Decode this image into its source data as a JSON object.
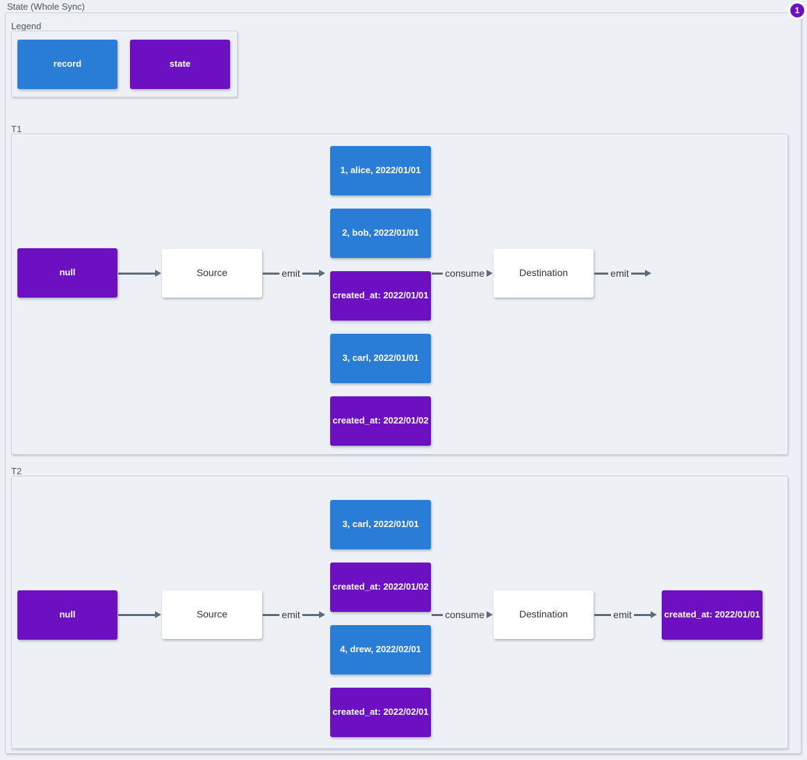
{
  "colors": {
    "background": "#edf0f5",
    "record-color": "#2a7dd6",
    "state-color": "#6c10c1",
    "edge-color": "#5d6a78",
    "border-color": "#c8d0da",
    "label-color": "#4a555f"
  },
  "container": {
    "title": "State (Whole Sync)"
  },
  "badge": {
    "value": "1"
  },
  "legend": {
    "title": "Legend",
    "items": [
      {
        "label": "record",
        "type": "record"
      },
      {
        "label": "state",
        "type": "state"
      }
    ]
  },
  "t1": {
    "title": "T1",
    "state_in": "null",
    "source": "Source",
    "edge_emit": "emit",
    "records": [
      {
        "label": "1, alice, 2022/01/01",
        "type": "record"
      },
      {
        "label": "2, bob, 2022/01/01",
        "type": "record"
      },
      {
        "label": "created_at: 2022/01/01",
        "type": "state"
      },
      {
        "label": "3, carl, 2022/01/01",
        "type": "record"
      },
      {
        "label": "created_at: 2022/01/02",
        "type": "state"
      }
    ],
    "edge_consume": "consume",
    "destination": "Destination",
    "edge_emit_out": "emit"
  },
  "t2": {
    "title": "T2",
    "state_in": "null",
    "source": "Source",
    "edge_emit": "emit",
    "records": [
      {
        "label": "3, carl, 2022/01/01",
        "type": "record"
      },
      {
        "label": "created_at: 2022/01/02",
        "type": "state"
      },
      {
        "label": "4, drew, 2022/02/01",
        "type": "record"
      },
      {
        "label": "created_at: 2022/02/01",
        "type": "state"
      }
    ],
    "edge_consume": "consume",
    "destination": "Destination",
    "edge_emit_out": "emit",
    "state_out": "created_at: 2022/01/01"
  }
}
